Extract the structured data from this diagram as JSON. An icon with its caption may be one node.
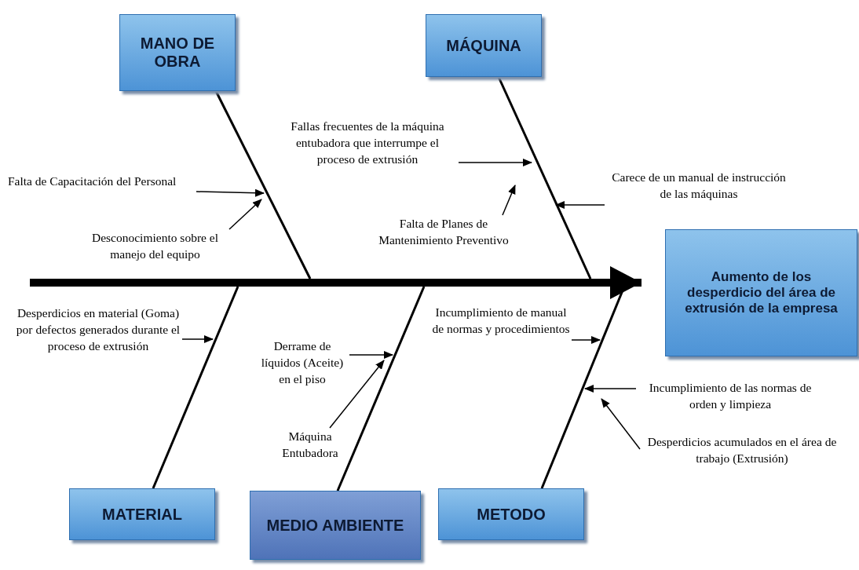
{
  "diagram": {
    "nodes": [
      {
        "text": [
          "MANO DE OBRA"
        ]
      },
      {
        "text": [
          "MÁQUINA"
        ]
      },
      {
        "text": [
          "Aumento de los desperdicio del área de extrusión de la empresa"
        ]
      },
      {
        "text": [
          "MATERIAL"
        ]
      },
      {
        "text": [
          "MEDIO AMBIENTE"
        ]
      },
      {
        "text": [
          "METODO"
        ]
      },
      {
        "text": [
          "Falta de Capacitación del Personal"
        ]
      },
      {
        "text": [
          "Desconocimiento sobre el manejo del equipo"
        ]
      },
      {
        "text": [
          "Fallas frecuentes de la máquina entubadora que interrumpe el proceso de extrusión"
        ]
      },
      {
        "text": [
          "Falta de Planes de Mantenimiento Preventivo"
        ]
      },
      {
        "text": [
          "Carece de un manual de instrucción de las máquinas"
        ]
      },
      {
        "text": [
          "Desperdicios en material (Goma) por defectos generados durante el proceso de extrusión"
        ]
      },
      {
        "text": [
          "Derrame de líquidos (Aceite) en el piso"
        ]
      },
      {
        "text": [
          "Máquina Entubadora"
        ]
      },
      {
        "text": [
          "Incumplimiento de manual de normas y procedimientos"
        ]
      },
      {
        "text": [
          "Incumplimiento de las normas de orden y limpieza"
        ]
      },
      {
        "text": [
          "Desperdicios acumulados en el área de trabajo (Extrusión)"
        ]
      }
    ],
    "edges": [
      {
        "from": null,
        "to": 2,
        "arrow": "to",
        "style": "thick"
      },
      {
        "from": 0,
        "to": null,
        "arrow": "none"
      },
      {
        "from": 1,
        "to": null,
        "arrow": "none"
      },
      {
        "from": 3,
        "to": null,
        "arrow": "none"
      },
      {
        "from": 4,
        "to": null,
        "arrow": "none"
      },
      {
        "from": 5,
        "to": null,
        "arrow": "none"
      },
      {
        "from": 6,
        "to": null,
        "arrow": "to"
      },
      {
        "from": 7,
        "to": null,
        "arrow": "to"
      },
      {
        "from": 8,
        "to": null,
        "arrow": "to"
      },
      {
        "from": 9,
        "to": null,
        "arrow": "to"
      },
      {
        "from": 10,
        "to": null,
        "arrow": "to"
      },
      {
        "from": 11,
        "to": null,
        "arrow": "to"
      },
      {
        "from": 12,
        "to": null,
        "arrow": "to"
      },
      {
        "from": 13,
        "to": null,
        "arrow": "to"
      },
      {
        "from": 14,
        "to": null,
        "arrow": "to"
      },
      {
        "from": 15,
        "to": null,
        "arrow": "to"
      },
      {
        "from": 16,
        "to": null,
        "arrow": "to"
      }
    ]
  }
}
